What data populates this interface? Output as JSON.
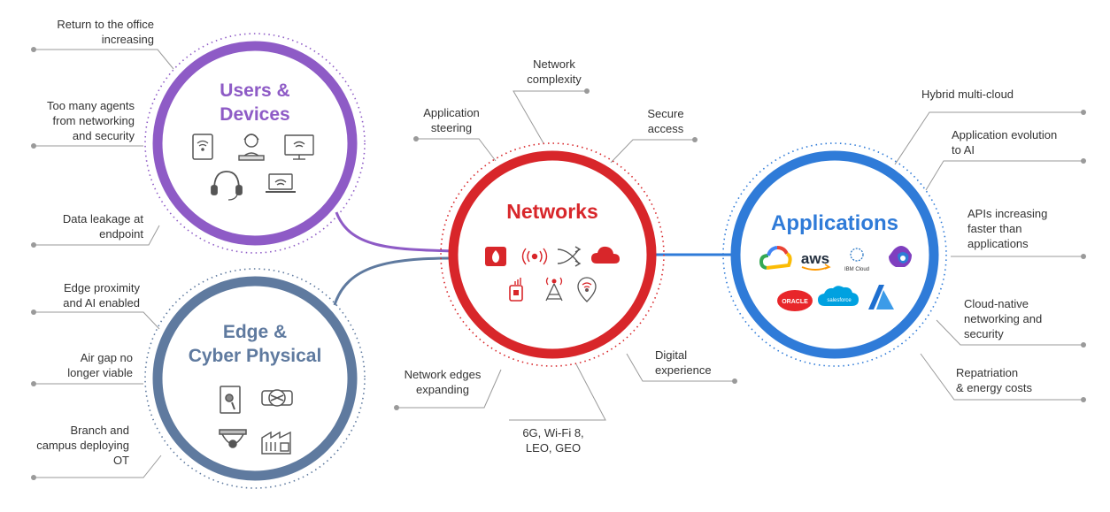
{
  "colors": {
    "users": "#8E5BC6",
    "edge": "#5F7A9F",
    "networks": "#D8262A",
    "applications": "#2F7BD8",
    "line": "#8a8a8a"
  },
  "users_devices": {
    "title": "Users &\nDevices",
    "labels": [
      "Return to the office\nincreasing",
      "Too many agents\nfrom networking\nand security",
      "Data leakage at\nendpoint"
    ],
    "icons": [
      "tablet-wifi-icon",
      "person-headset-icon",
      "monitor-wifi-icon",
      "headphones-icon",
      "laptop-wifi-icon"
    ]
  },
  "edge_cyber": {
    "title": "Edge &\nCyber Physical",
    "labels": [
      "Edge proximity\nand AI enabled",
      "Air gap no\nlonger viable",
      "Branch and\ncampus deploying\nOT"
    ],
    "icons": [
      "touch-panel-icon",
      "valve-icon",
      "security-camera-icon",
      "factory-icon"
    ]
  },
  "networks": {
    "title": "Networks",
    "labels": [
      "Network\ncomplexity",
      "Application\nsteering",
      "Secure\naccess",
      "Network edges\nexpanding",
      "Digital\nexperience",
      "6G, Wi-Fi 8,\nLEO, GEO"
    ],
    "icons": [
      "firewall-icon",
      "wireless-signal-icon",
      "crossing-arrows-icon",
      "cloud-icon",
      "cellular-device-icon",
      "antenna-tower-icon",
      "location-wifi-icon"
    ]
  },
  "applications": {
    "title": "Applications",
    "labels": [
      "Hybrid multi-cloud",
      "Application evolution\nto AI",
      "APIs increasing\nfaster than\napplications",
      "Cloud-native\nnetworking and\nsecurity",
      "Repatriation\n& energy costs"
    ],
    "logos": {
      "aws": "aws",
      "ibm": "IBM Cloud",
      "oracle": "ORACLE",
      "salesforce": "salesforce"
    },
    "icons": [
      "google-cloud-icon",
      "aws-logo",
      "ibm-cloud-logo",
      "microsoft-copilot-icon",
      "oracle-logo",
      "salesforce-logo",
      "azure-icon"
    ]
  }
}
